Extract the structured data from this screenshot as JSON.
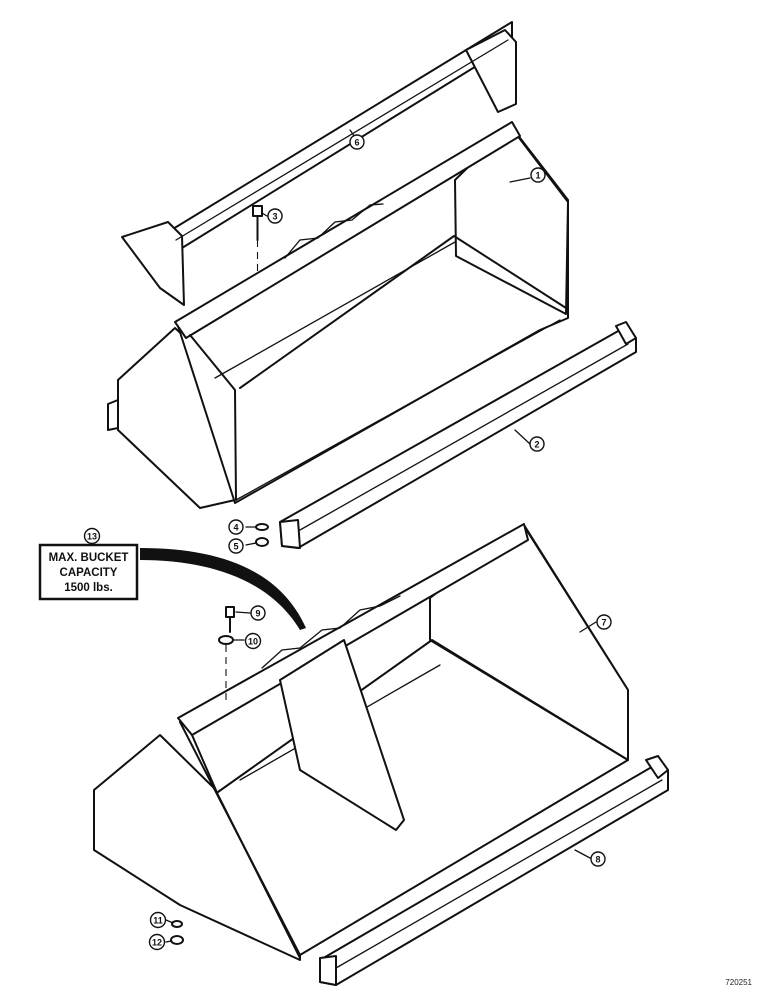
{
  "callouts": {
    "c1": "1",
    "c2": "2",
    "c3": "3",
    "c4": "4",
    "c5": "5",
    "c6": "6",
    "c7": "7",
    "c8": "8",
    "c9": "9",
    "c10": "10",
    "c11": "11",
    "c12": "12",
    "c13": "13"
  },
  "decal": {
    "line1": "MAX. BUCKET",
    "line2": "CAPACITY",
    "line3": "1500 lbs."
  },
  "figure_number": "720251"
}
